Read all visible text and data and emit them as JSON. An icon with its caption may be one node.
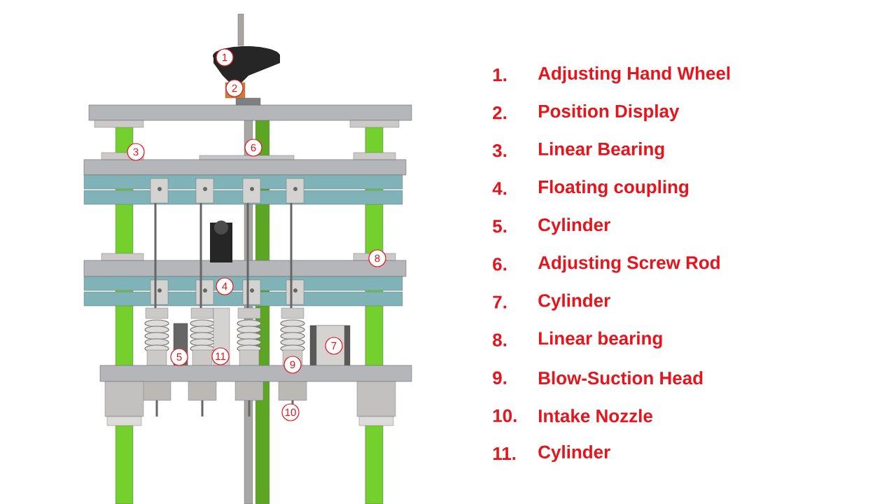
{
  "diagram": {
    "labels": [
      "1",
      "2",
      "3",
      "6",
      "8",
      "4",
      "7",
      "5",
      "11",
      "9",
      "10",
      "1.",
      "Adjusting Hand Wheel",
      "2.",
      "Position Display",
      "3.",
      "Linear Bearing",
      "4.",
      "Floating coupling",
      "5.",
      "Cylinder",
      "6.",
      "Adjusting Screw Rod",
      "7.",
      "Cylinder",
      "8.",
      "Linear bearing",
      "9.",
      "Blow-Suction Head",
      "10.",
      "Intake Nozzle",
      "11.",
      "Cylinder"
    ]
  }
}
